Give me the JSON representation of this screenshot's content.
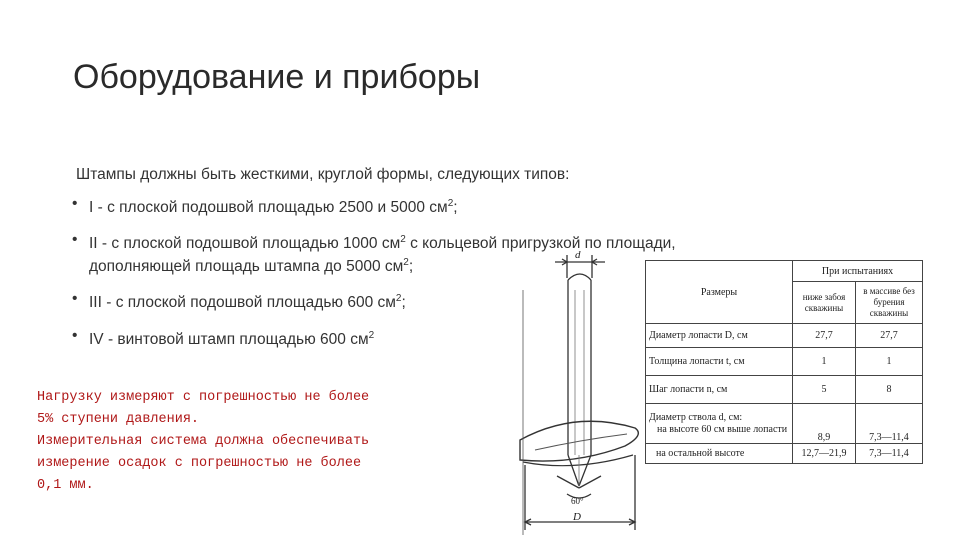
{
  "slide": {
    "title": "Оборудование и приборы",
    "intro": "Штампы должны быть жесткими, круглой формы, следующих типов:",
    "bullets": [
      {
        "text": "I - с плоской подошвой площадью 2500 и 5000 см",
        "sup": "2",
        "tail": ";"
      },
      {
        "text": "II - с плоской подошвой площадью 1000 см",
        "sup": "2",
        "tail": " с кольцевой пригрузкой по площади,",
        "line2": "дополняющей площадь штампа до 5000 см",
        "sup2": "2",
        "tail2": ";"
      },
      {
        "text": "III - с плоской подошвой площадью 600 см",
        "sup": "2",
        "tail": ";"
      },
      {
        "text": "IV - винтовой штамп площадью 600 см",
        "sup": "2",
        "tail": ""
      }
    ],
    "bullet_char": "•",
    "note_lines": [
      "Нагрузку измеряют с погрешностью не более",
      "5% ступени давления.",
      "Измерительная система должна обеспечивать",
      "измерение осадок с погрешностью не более",
      "0,1 мм."
    ],
    "note_color": "#b01818"
  },
  "figure": {
    "label_d": "d",
    "label_D": "D",
    "label_angle": "60°"
  },
  "table": {
    "header_sizes": "Размеры",
    "header_group": "При испытаниях",
    "header_col1": "ниже забоя скважины",
    "header_col2": "в массиве без бурения скважины",
    "rows": [
      {
        "label": "Диаметр лопасти D, см",
        "v1": "27,7",
        "v2": "27,7"
      },
      {
        "label": "Толщина лопасти t, см",
        "v1": "1",
        "v2": "1"
      },
      {
        "label": "Шаг лопасти n, см",
        "v1": "5",
        "v2": "8"
      }
    ],
    "shaft_label": "Диаметр ствола d, см:",
    "shaft_sub1": "на высоте 60 см выше лопасти",
    "shaft_v1a": "8,9",
    "shaft_v2a": "7,3—11,4",
    "shaft_sub2": "на остальной высоте",
    "shaft_v1b": "12,7—21,9",
    "shaft_v2b": "7,3—11,4"
  }
}
